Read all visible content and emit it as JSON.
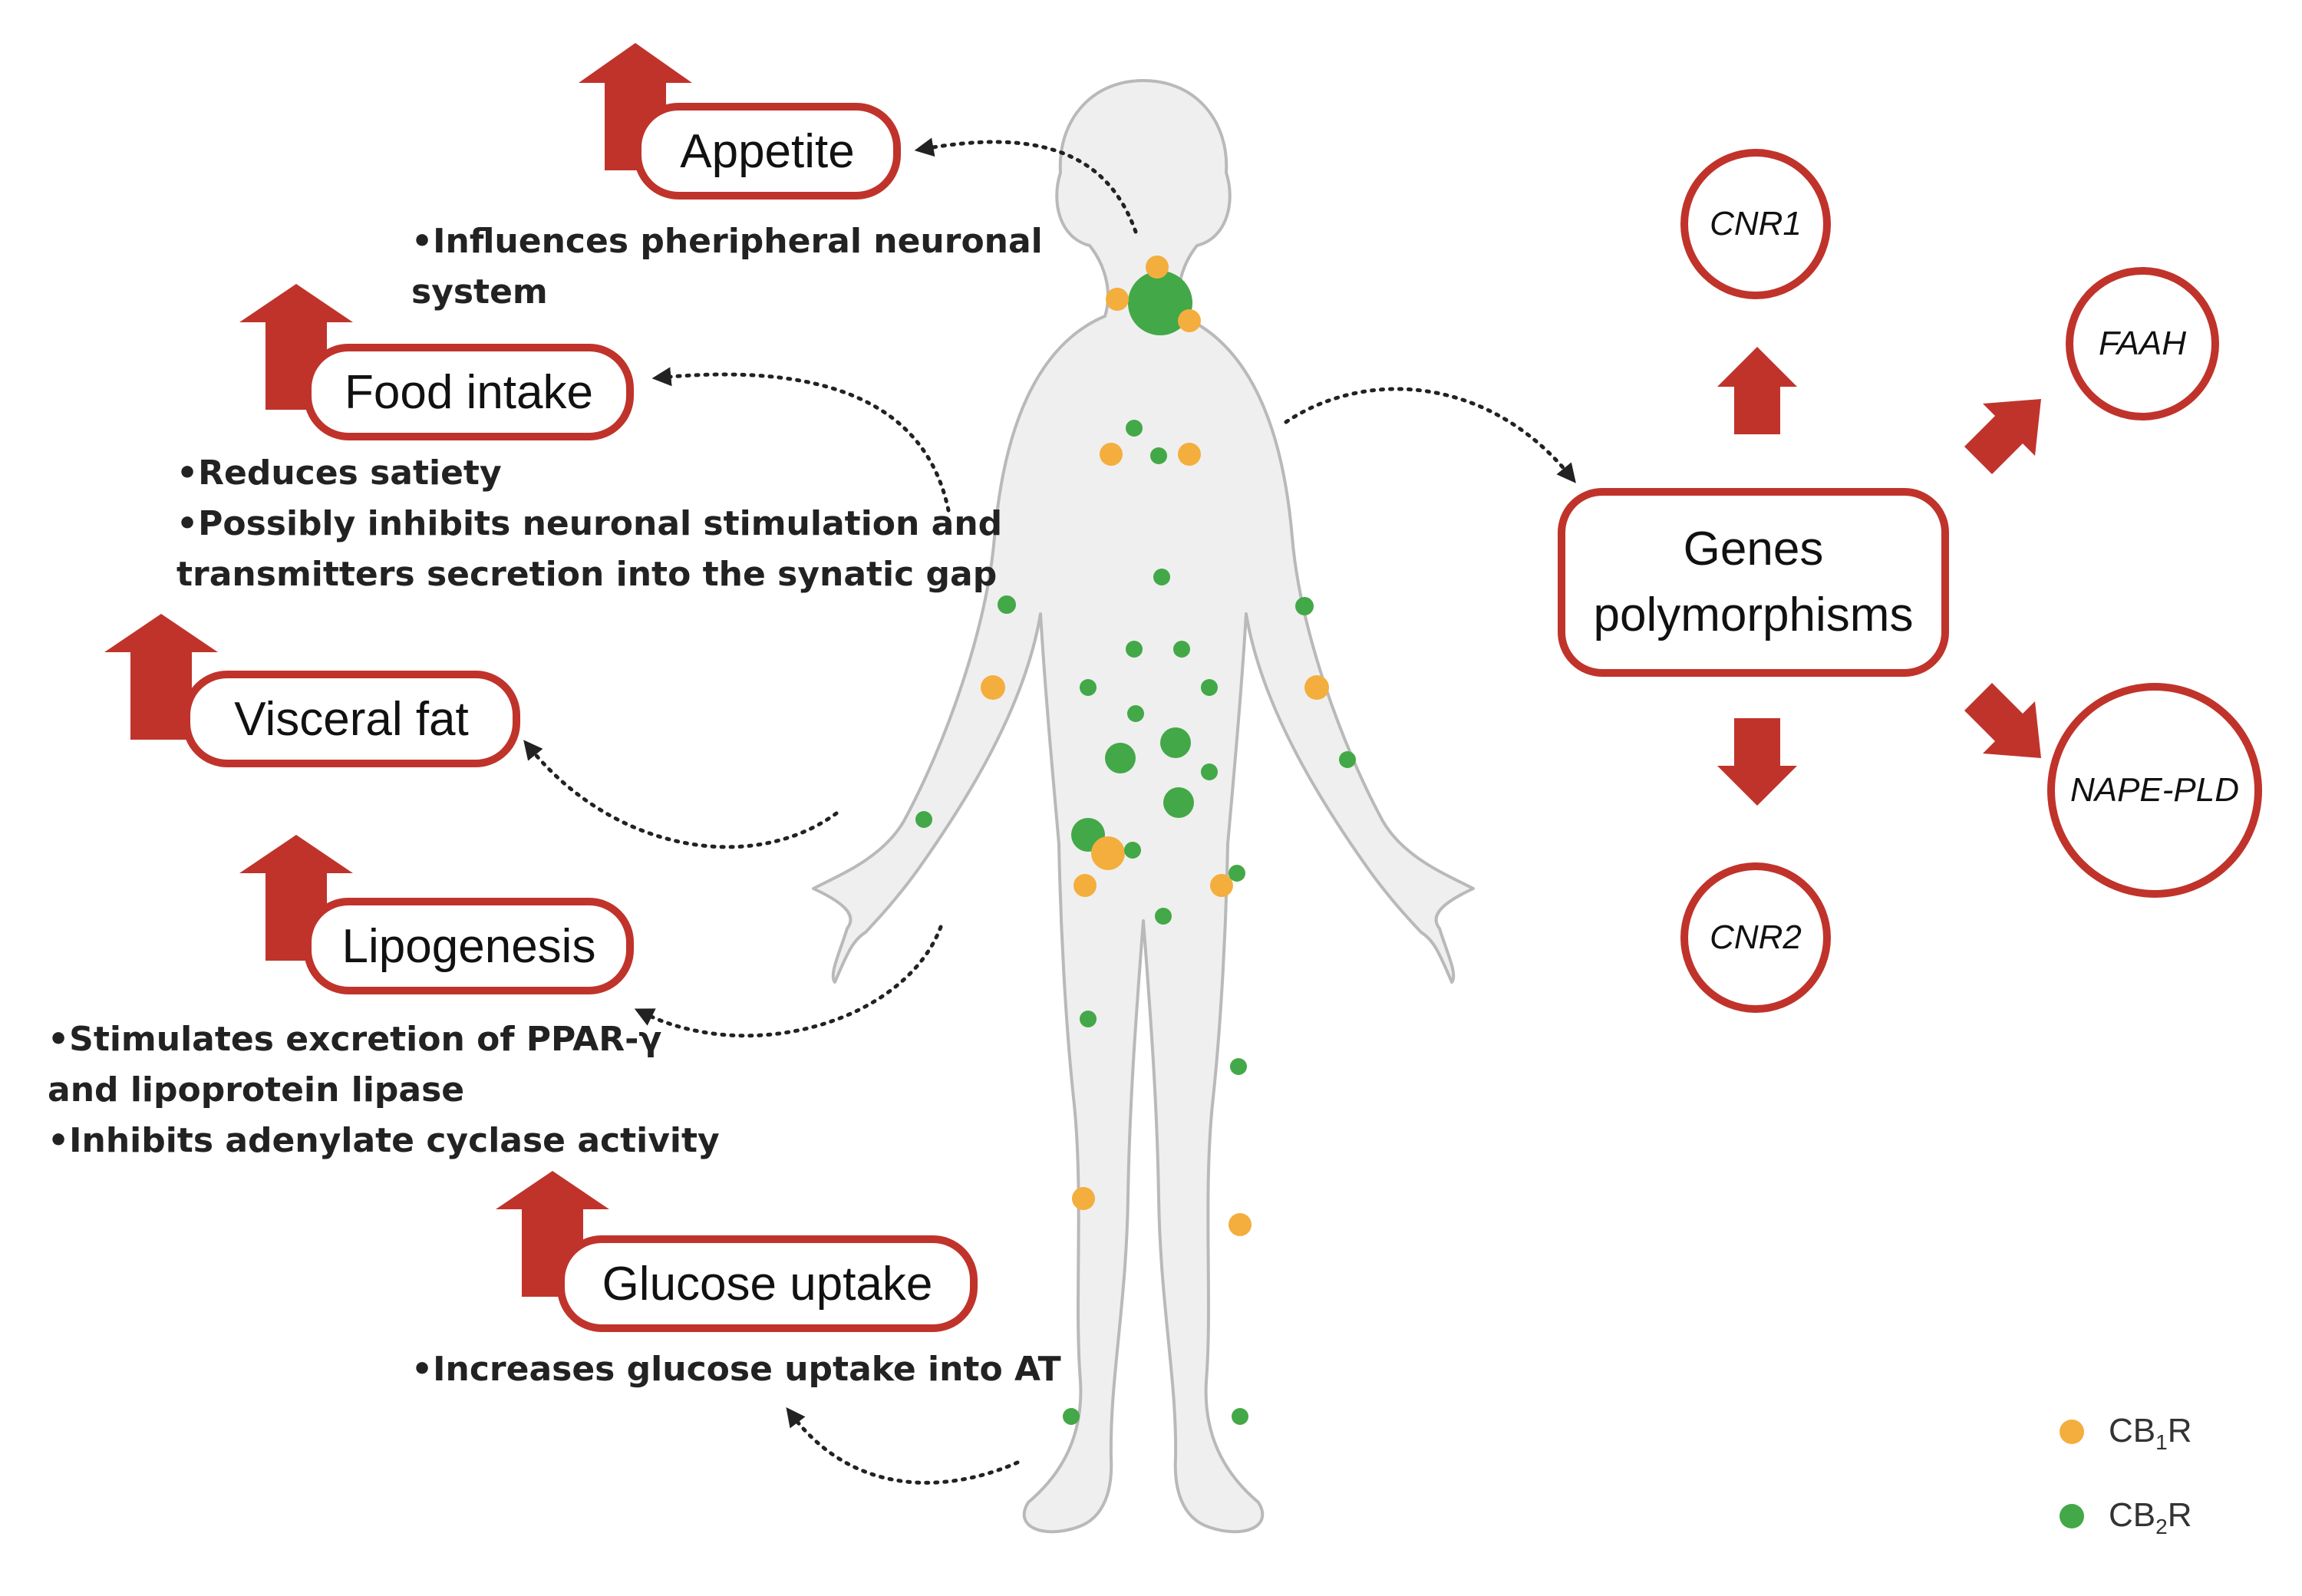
{
  "effects": {
    "appetite": "Appetite",
    "food_intake": "Food intake",
    "visceral_fat": "Visceral fat",
    "lipogenesis": "Lipogenesis",
    "glucose_uptake": "Glucose uptake"
  },
  "notes": {
    "appetite": [
      "•Influences pheripheral neuronal",
      "system"
    ],
    "food_intake": [
      "•Reduces satiety",
      "•Possibly inhibits neuronal stimulation and",
      "transmitters secretion into the synatic gap"
    ],
    "lipogenesis": [
      "•Stimulates excretion of PPAR-γ",
      "and lipoprotein lipase",
      "•Inhibits adenylate cyclase activity"
    ],
    "glucose_uptake": [
      "•Increases glucose uptake into AT"
    ]
  },
  "genes": {
    "title_line1": "Genes",
    "title_line2": "polymorphisms",
    "items": [
      "CNR1",
      "FAAH",
      "NAPE-PLD",
      "CNR2"
    ]
  },
  "legend": {
    "cb1": {
      "base": "CB",
      "sub": "1",
      "tail": "R",
      "color": "#f4ae3d"
    },
    "cb2": {
      "base": "CB",
      "sub": "2",
      "tail": "R",
      "color": "#43a847"
    }
  },
  "colors": {
    "accent_red": "#c0332b",
    "body_fill": "#efefef",
    "body_outline": "#b9b9b9"
  }
}
